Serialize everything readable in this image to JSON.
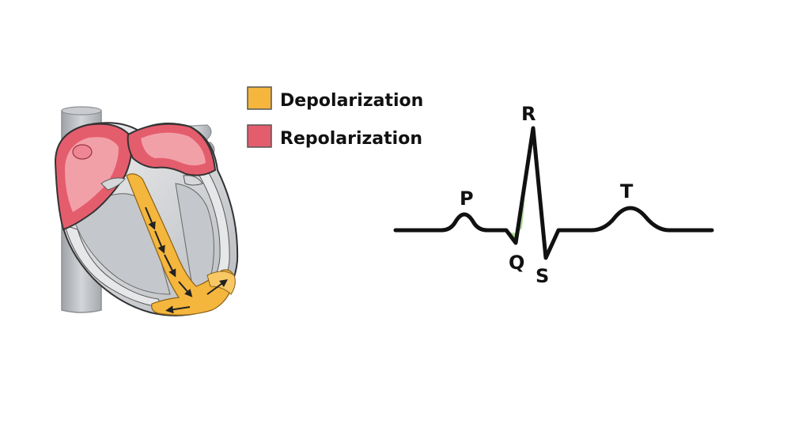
{
  "legend": {
    "depolarization": {
      "label": "Depolarization",
      "color": "#f5b63e"
    },
    "repolarization": {
      "label": "Repolarization",
      "color": "#e45d6d"
    }
  },
  "ecg": {
    "labels": {
      "p": "P",
      "q": "Q",
      "r": "R",
      "s": "S",
      "t": "T"
    },
    "trace_color": "#111111",
    "q_highlight_color": "#a7d68c"
  },
  "heart": {
    "atria_color": "#e45d6d",
    "atria_light_color": "#f2a0a8",
    "vessel_color": "#b9bcc0",
    "ventricle_color": "#d7d9dc",
    "conduction_color": "#f5b63e",
    "outline_color": "#333333"
  }
}
